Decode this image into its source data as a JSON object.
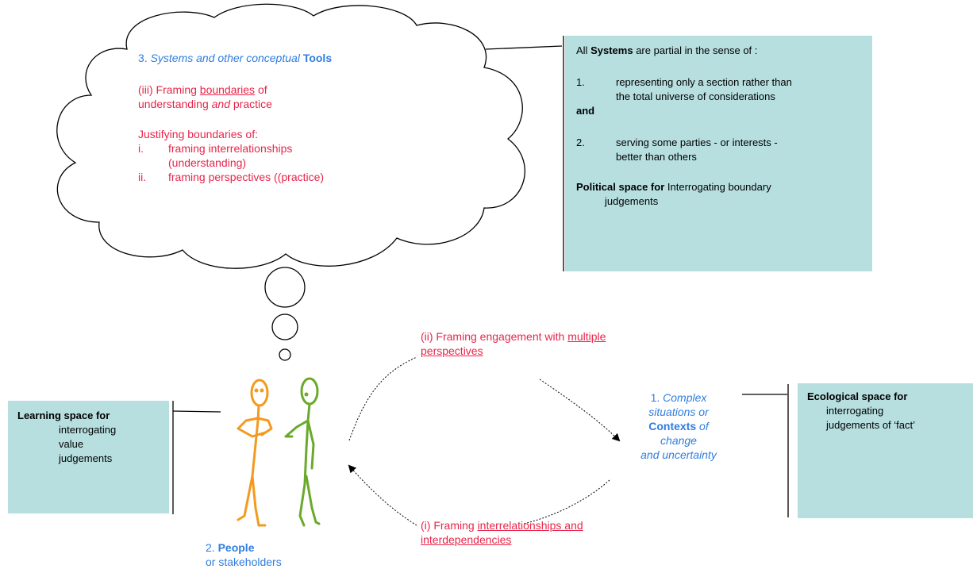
{
  "cloud": {
    "title_num": "3.",
    "title_italic": "Systems and other conceptual",
    "title_bold": "Tools",
    "framing_prefix": "(iii) Framing",
    "framing_underlined": "boundaries",
    "framing_suffix": "of",
    "framing_line2_a": "understanding",
    "framing_line2_and": "and",
    "framing_line2_b": "practice",
    "justifying": "Justifying boundaries  of:",
    "item_i_marker": "i.",
    "item_i_text": "framing interrelationships",
    "item_i_text2": "(understanding)",
    "item_ii_marker": "ii.",
    "item_ii_text": "framing perspectives ((practice)"
  },
  "systems_box": {
    "intro_prefix": "All",
    "intro_bold": "Systems",
    "intro_suffix": "are partial in the sense of :",
    "item1_num": "1.",
    "item1_line1": "representing only a section rather than",
    "item1_line2": "the total universe of considerations",
    "and": "and",
    "item2_num": "2.",
    "item2_line1": "serving some parties -  or interests -",
    "item2_line2": "better than others",
    "political_bold": "Political space for",
    "political_rest": "Interrogating boundary",
    "political_line2": "judgements"
  },
  "learning_box": {
    "title": "Learning space for",
    "line1": "interrogating",
    "line2": "value",
    "line3": "judgements"
  },
  "ecological_box": {
    "title": "Ecological space for",
    "line1": "interrogating",
    "line2": "judgements of ‘fact’"
  },
  "people": {
    "num": "2.",
    "bold": "People",
    "line2": "or stakeholders"
  },
  "contexts": {
    "line1_num": "1.",
    "line1_italic": "Complex",
    "line2": "situations or",
    "line3_bold": "Contexts",
    "line3_italic": "of",
    "line4": "change",
    "line5": "and uncertainty"
  },
  "engagement": {
    "prefix": "(ii) Framing engagement with",
    "underlined1": "multiple",
    "underlined2": "perspectives"
  },
  "interrelationships": {
    "prefix": "(i) Framing",
    "underlined1": "interrelationships  and",
    "underlined2": "interdependencies"
  },
  "colors": {
    "red": "#e8254a",
    "blue": "#2f7de0",
    "teal": "#b7dfe0",
    "orange_figure": "#f39a1e",
    "green_figure": "#6aaa2a"
  }
}
